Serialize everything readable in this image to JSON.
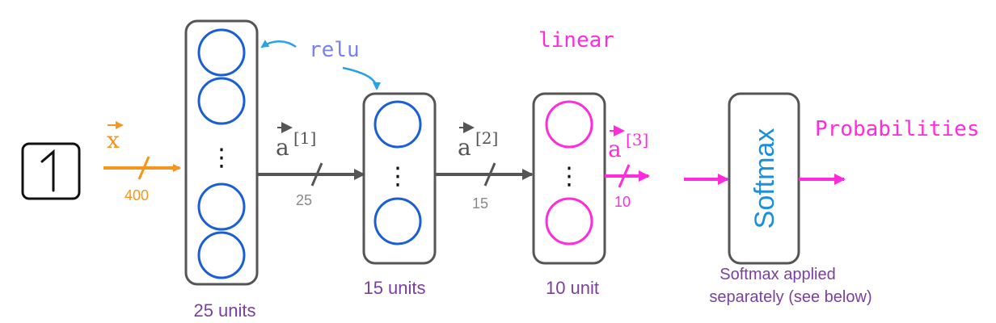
{
  "input": {
    "digit": "1"
  },
  "x": {
    "symbol": "x",
    "count": "400"
  },
  "layers": [
    {
      "units_label": "25 units"
    },
    {
      "units_label": "15 units"
    },
    {
      "units_label": "10 unit"
    }
  ],
  "activations": {
    "a1": {
      "base": "a",
      "sup": "[1]",
      "count": "25"
    },
    "a2": {
      "base": "a",
      "sup": "[2]",
      "count": "15"
    },
    "a3": {
      "base": "a",
      "sup": "[3]",
      "count": "10"
    }
  },
  "ellipsis": "⋮",
  "annotations": {
    "relu": "relu",
    "linear": "linear"
  },
  "softmax": {
    "label": "Softmax",
    "note_line1": "Softmax applied",
    "note_line2": "separately (see below)",
    "output": "Probabilities"
  },
  "colors": {
    "orange": "#f7941d",
    "blue": "#1a5fd6",
    "magenta": "#ff2bdc",
    "gray": "#555555",
    "lightgray": "#888888",
    "purple": "#7b3fa0",
    "relu": "#7a7ff2",
    "boxborder": "#555555"
  }
}
